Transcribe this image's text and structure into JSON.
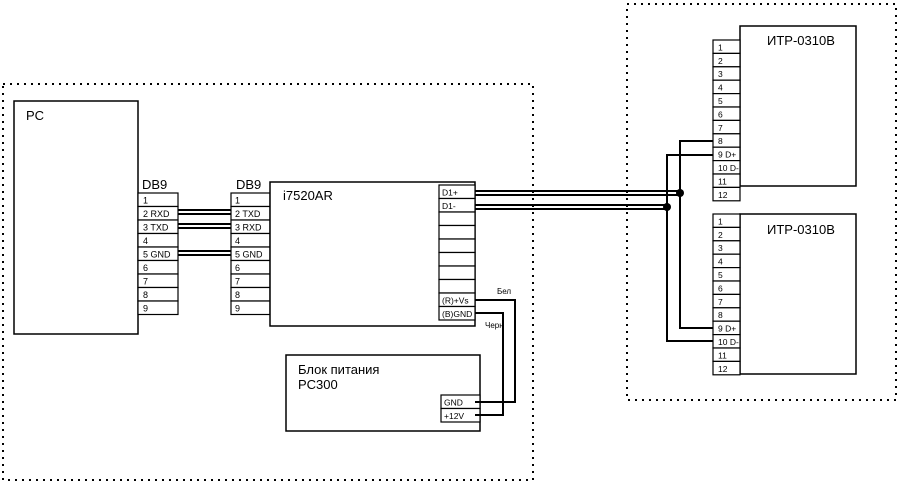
{
  "pc": {
    "title": "PC",
    "connector": "DB9",
    "pins": [
      "1",
      "2 RXD",
      "3 TXD",
      "4",
      "5 GND",
      "6",
      "7",
      "8",
      "9"
    ]
  },
  "converter": {
    "connector": "DB9",
    "pins": [
      "1",
      "2 TXD",
      "3 RXD",
      "4",
      "5 GND",
      "6",
      "7",
      "8",
      "9"
    ],
    "title": "i7520AR",
    "terminals": [
      "D1+",
      "D1-",
      "",
      "",
      "",
      "",
      "",
      "",
      "(R)+Vs",
      "(B)GND"
    ]
  },
  "power": {
    "title_line1": "Блок питания",
    "title_line2": "PC300",
    "terminals": [
      "GND",
      "+12V"
    ]
  },
  "wires": {
    "white": "Бел",
    "black": "Черн"
  },
  "itr1": {
    "title": "ИТР-0310В",
    "pins": [
      "1",
      "2",
      "3",
      "4",
      "5",
      "6",
      "7",
      "8",
      "9  D+",
      "10 D-",
      "11",
      "12"
    ]
  },
  "itr2": {
    "title": "ИТР-0310В",
    "pins": [
      "1",
      "2",
      "3",
      "4",
      "5",
      "6",
      "7",
      "8",
      "9  D+",
      "10 D-",
      "11",
      "12"
    ]
  }
}
